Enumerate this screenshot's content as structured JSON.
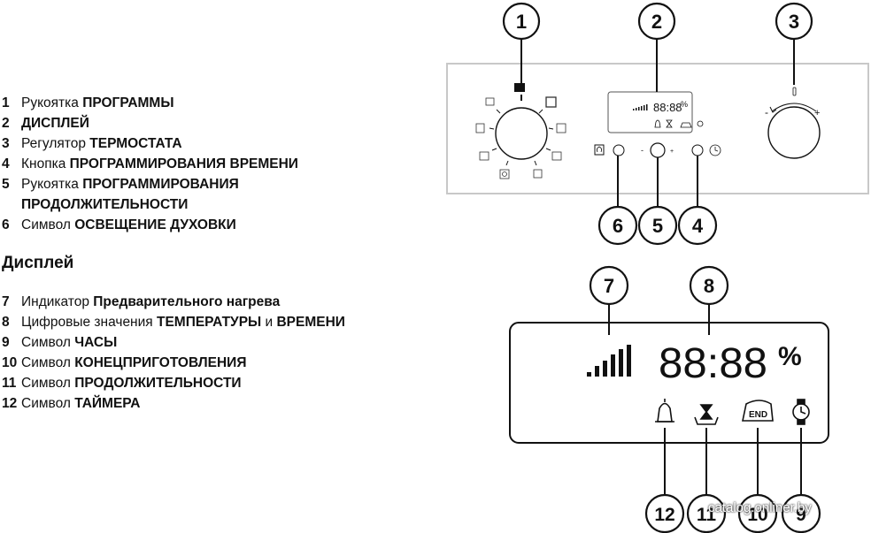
{
  "legend_top": [
    {
      "num": "1",
      "label": "Рукоятка ",
      "highlight": "ПРОГРАММЫ"
    },
    {
      "num": "2",
      "label": "",
      "highlight": "ДИСПЛЕЙ"
    },
    {
      "num": "3",
      "label": "Регулятор ",
      "highlight": "ТЕРМОСТАТА"
    },
    {
      "num": "4",
      "label": "Кнопка ",
      "highlight": "ПРОГРАММИРОВАНИЯ ВРЕМЕНИ"
    },
    {
      "num": "5",
      "label": "Рукоятка ",
      "highlight": "ПРОГРАММИРОВАНИЯ"
    },
    {
      "num": "",
      "label": "",
      "highlight": "ПРОДОЛЖИТЕЛЬНОСТИ"
    },
    {
      "num": "6",
      "label": "Символ ",
      "highlight": "ОСВЕЩЕНИЕ ДУХОВКИ"
    }
  ],
  "display_section_title": "Дисплей",
  "legend_display": [
    {
      "num": "7",
      "label": "Индикатор ",
      "highlight": "Предварительного нагрева"
    },
    {
      "num": "8",
      "label": "Цифровые значения ",
      "highlight": "ТЕМПЕРАТУРЫ",
      "label2": " и ",
      "highlight2": "ВРЕМЕНИ"
    },
    {
      "num": "9",
      "label": "Символ ",
      "highlight": "ЧАСЫ"
    },
    {
      "num": "10",
      "label": "Символ ",
      "highlight": "КОНЕЦПРИГОТОВЛЕНИЯ"
    },
    {
      "num": "11",
      "label": "Символ ",
      "highlight": "ПРОДОЛЖИТЕЛЬНОСТИ"
    },
    {
      "num": "12",
      "label": "Символ ",
      "highlight": "ТАЙМЕРА"
    }
  ],
  "panel_callouts": [
    "1",
    "2",
    "3",
    "6",
    "5",
    "4"
  ],
  "display_callouts": [
    "7",
    "8",
    "12",
    "11",
    "10",
    "9"
  ],
  "small_display": {
    "digits": "88:88",
    "unit": "%"
  },
  "big_display": {
    "digits": "88:88",
    "unit": "%",
    "end_label": "END"
  },
  "thermostat_marks": {
    "minus": "-",
    "plus": "+"
  },
  "duration_marks": {
    "minus": "-",
    "plus": "+"
  },
  "watermark": "catalog.onliner.by"
}
